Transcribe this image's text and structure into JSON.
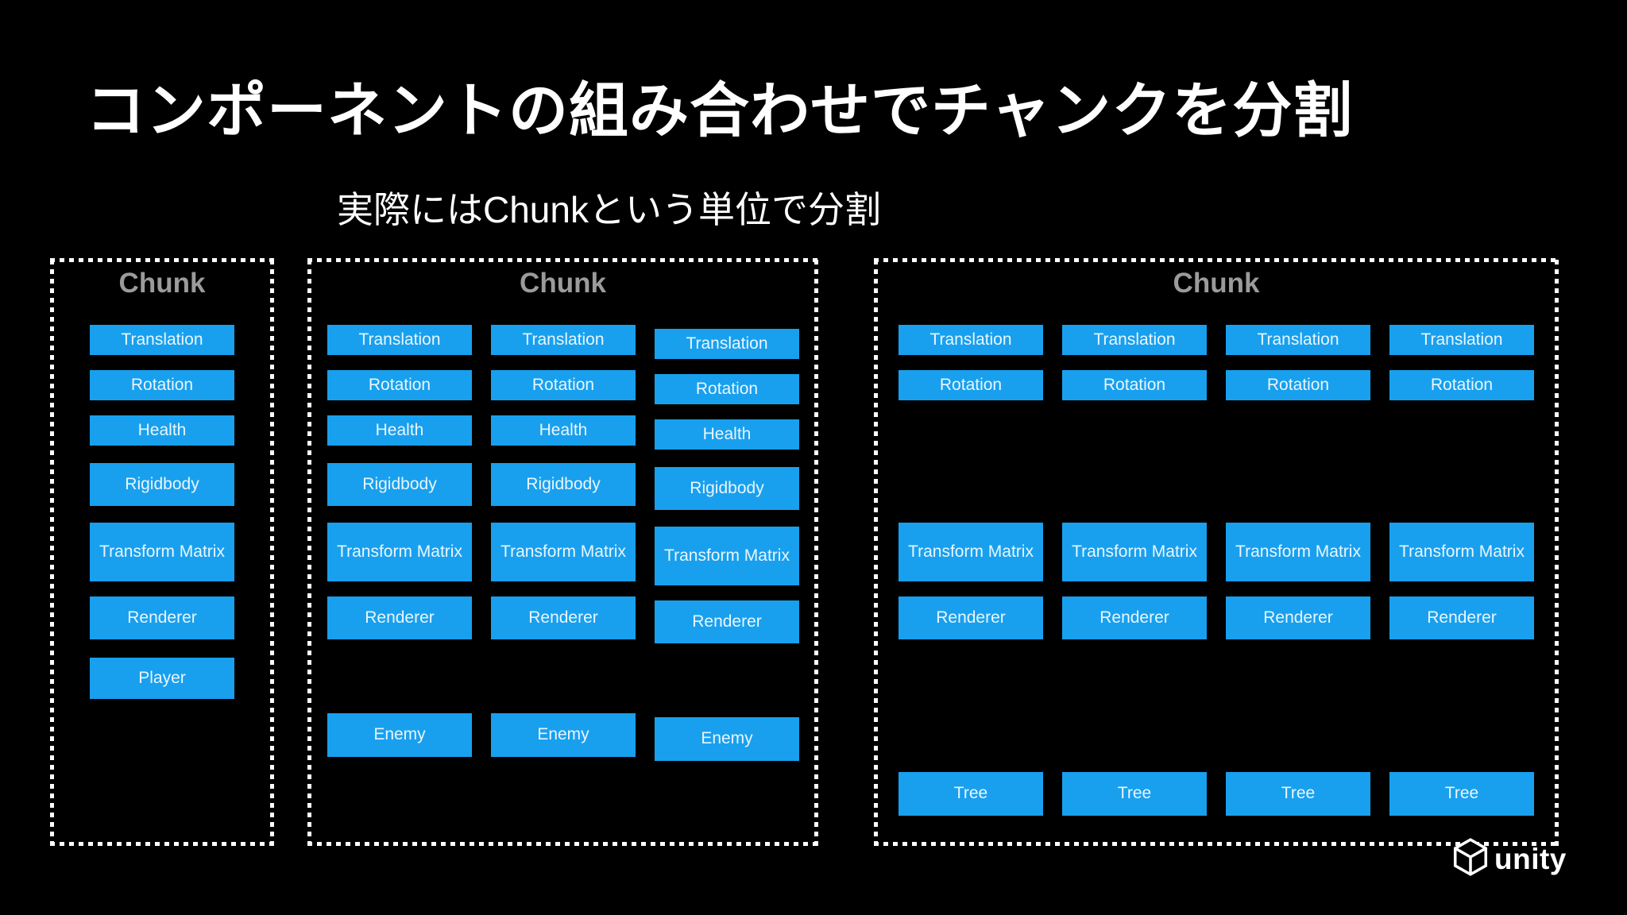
{
  "slide": {
    "title": "コンポーネントの組み合わせでチャンクを分割",
    "subtitle": "実際にはChunkという単位で分割"
  },
  "colors": {
    "background": "#000000",
    "box_blue": "#18A0EE",
    "box_text": "#EAF5FE",
    "chunk_label_gray": "#9B9B9B",
    "border_white": "#FFFFFF",
    "title_white": "#FFFFFF"
  },
  "chunks": [
    {
      "name": "chunk-1",
      "label": "Chunk",
      "columns": [
        [
          {
            "row": "r1",
            "label": "Translation"
          },
          {
            "row": "r2",
            "label": "Rotation"
          },
          {
            "row": "r3",
            "label": "Health"
          },
          {
            "row": "r4",
            "label": "Rigidbody"
          },
          {
            "row": "r5",
            "label": "Transform Matrix"
          },
          {
            "row": "r6",
            "label": "Renderer"
          },
          {
            "row": "r7",
            "label": "Player"
          }
        ]
      ]
    },
    {
      "name": "chunk-2",
      "label": "Chunk",
      "columns": [
        [
          {
            "row": "r1",
            "label": "Translation"
          },
          {
            "row": "r2",
            "label": "Rotation"
          },
          {
            "row": "r3",
            "label": "Health"
          },
          {
            "row": "r4",
            "label": "Rigidbody"
          },
          {
            "row": "r5",
            "label": "Transform Matrix"
          },
          {
            "row": "r6",
            "label": "Renderer"
          },
          {
            "row": "r8",
            "label": "Enemy"
          }
        ],
        [
          {
            "row": "r1",
            "label": "Translation"
          },
          {
            "row": "r2",
            "label": "Rotation"
          },
          {
            "row": "r3",
            "label": "Health"
          },
          {
            "row": "r4",
            "label": "Rigidbody"
          },
          {
            "row": "r5",
            "label": "Transform Matrix"
          },
          {
            "row": "r6",
            "label": "Renderer"
          },
          {
            "row": "r8",
            "label": "Enemy"
          }
        ],
        [
          {
            "row": "r1",
            "label": "Translation"
          },
          {
            "row": "r2",
            "label": "Rotation"
          },
          {
            "row": "r3",
            "label": "Health"
          },
          {
            "row": "r4",
            "label": "Rigidbody"
          },
          {
            "row": "r5",
            "label": "Transform Matrix"
          },
          {
            "row": "r6",
            "label": "Renderer"
          },
          {
            "row": "r8",
            "label": "Enemy"
          }
        ]
      ]
    },
    {
      "name": "chunk-3",
      "label": "Chunk",
      "columns": [
        [
          {
            "row": "r1",
            "label": "Translation"
          },
          {
            "row": "r2",
            "label": "Rotation"
          },
          {
            "row": "r5",
            "label": "Transform Matrix"
          },
          {
            "row": "r6",
            "label": "Renderer"
          },
          {
            "row": "r9",
            "label": "Tree"
          }
        ],
        [
          {
            "row": "r1",
            "label": "Translation"
          },
          {
            "row": "r2",
            "label": "Rotation"
          },
          {
            "row": "r5",
            "label": "Transform Matrix"
          },
          {
            "row": "r6",
            "label": "Renderer"
          },
          {
            "row": "r9",
            "label": "Tree"
          }
        ],
        [
          {
            "row": "r1",
            "label": "Translation"
          },
          {
            "row": "r2",
            "label": "Rotation"
          },
          {
            "row": "r5",
            "label": "Transform Matrix"
          },
          {
            "row": "r6",
            "label": "Renderer"
          },
          {
            "row": "r9",
            "label": "Tree"
          }
        ],
        [
          {
            "row": "r1",
            "label": "Translation"
          },
          {
            "row": "r2",
            "label": "Rotation"
          },
          {
            "row": "r5",
            "label": "Transform Matrix"
          },
          {
            "row": "r6",
            "label": "Renderer"
          },
          {
            "row": "r9",
            "label": "Tree"
          }
        ]
      ]
    }
  ],
  "footer": {
    "unity_wordmark": "unity"
  }
}
